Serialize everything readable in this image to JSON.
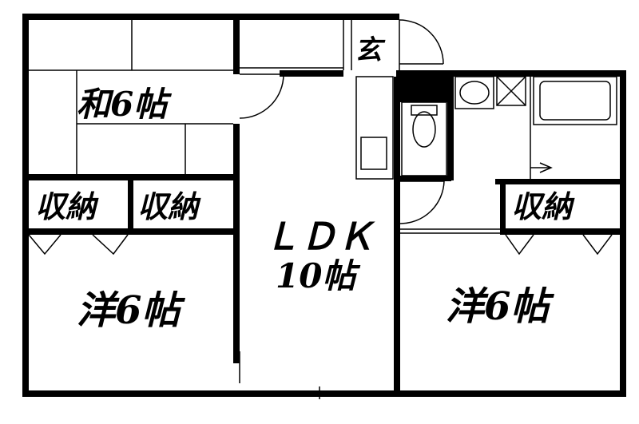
{
  "rooms": {
    "washitsu": "和6帖",
    "genkan": "玄",
    "storage_1": "収納",
    "storage_2": "収納",
    "storage_3": "収納",
    "ldk_name": "ＬＤＫ",
    "ldk_size": "10帖",
    "western_left": "洋6帖",
    "western_right": "洋6帖"
  },
  "colors": {
    "wall": "#000000",
    "background": "#ffffff"
  }
}
